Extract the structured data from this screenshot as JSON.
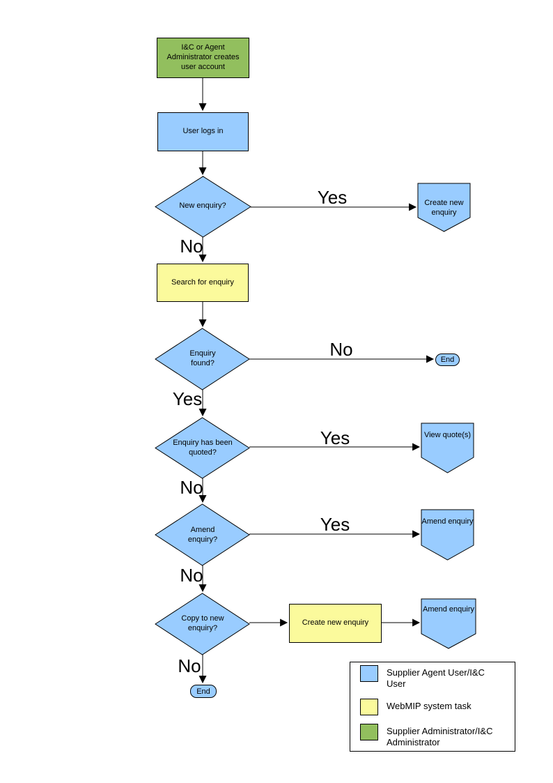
{
  "colors": {
    "user_task_blue": "#99CCFF",
    "system_task_yellow": "#FBFA9C",
    "admin_task_green": "#92BF5E",
    "line_stroke": "#000000"
  },
  "flow": {
    "admin_creates_account": {
      "label": "I&C or Agent Administrator creates user account"
    },
    "user_logs_in": {
      "label": "User logs in"
    },
    "decision_new_enquiry": {
      "label": "New enquiry?"
    },
    "create_new_enquiry_connector": {
      "label": "Create new enquiry"
    },
    "search_for_enquiry": {
      "label": "Search for enquiry"
    },
    "decision_enquiry_found": {
      "label": "Enquiry found?"
    },
    "end_right": {
      "label": "End"
    },
    "decision_enquiry_quoted": {
      "label": "Enquiry has been quoted?"
    },
    "view_quotes_connector": {
      "label": "View quote(s)"
    },
    "decision_amend_enquiry": {
      "label": "Amend enquiry?"
    },
    "amend_enquiry_connector_1": {
      "label": "Amend enquiry"
    },
    "decision_copy_to_new": {
      "label": "Copy to new enquiry?"
    },
    "create_new_enquiry_task": {
      "label": "Create new enquiry"
    },
    "amend_enquiry_connector_2": {
      "label": "Amend enquiry"
    },
    "end_bottom": {
      "label": "End"
    }
  },
  "branch_labels": {
    "yes_new_enquiry": "Yes",
    "no_new_enquiry": "No",
    "no_enquiry_found": "No",
    "yes_enquiry_found": "Yes",
    "yes_enquiry_quoted": "Yes",
    "no_enquiry_quoted": "No",
    "yes_amend_enquiry": "Yes",
    "no_amend_enquiry": "No",
    "no_copy_to_new": "No"
  },
  "legend": {
    "items": [
      {
        "color": "#99CCFF",
        "label": "Supplier Agent User/I&C User"
      },
      {
        "color": "#FBFA9C",
        "label": "WebMIP system task"
      },
      {
        "color": "#92BF5E",
        "label": "Supplier Administrator/I&C Administrator"
      }
    ]
  }
}
